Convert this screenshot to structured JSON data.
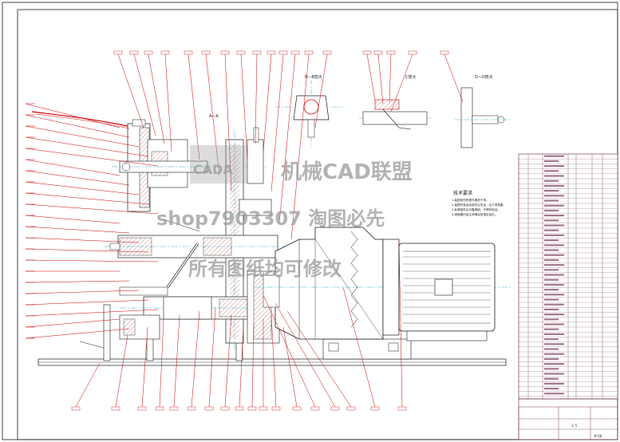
{
  "watermark": {
    "logo_text": "CADA",
    "line1": "机械CAD联盟",
    "line2": "shop7903307 淘图必先",
    "line3": "所有图纸均可修改"
  },
  "colors": {
    "outline": "#1a1a1a",
    "leader": "#cc0000",
    "center": "#00a0c0",
    "title_block": "#7a3c5c",
    "hatch": "#b06060"
  },
  "views": {
    "section_a": "A—A",
    "section_b": "B—B放大",
    "detail_c": "C放大",
    "section_d": "D—D放大"
  },
  "tech_requirements": {
    "title": "技术要求",
    "lines": [
      "1.装配前所有零件清洗干净。",
      "2.装配时各运动部件应灵活，无卡滞现象。",
      "3.各紧固件应可靠紧固，不得有松动。",
      "4.减速器内加注润滑油至规定油位。"
    ]
  },
  "title_block": {
    "scale": "1:5",
    "sheet": "共1张"
  }
}
